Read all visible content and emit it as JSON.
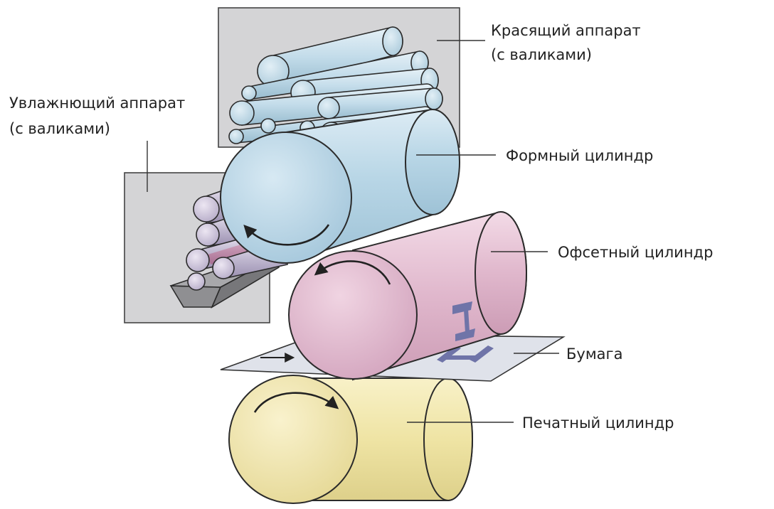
{
  "labels": {
    "ink_unit": [
      "Красящий аппарат",
      "(с валиками)"
    ],
    "dampening_unit": [
      "Увлажнющий аппарат",
      "(с валиками)"
    ],
    "plate_cylinder": "Формный цилиндр",
    "offset_cylinder": "Офсетный цилиндр",
    "paper": "Бумага",
    "impression_cylinder": "Печатный цилиндр"
  },
  "colors": {
    "plate": "#b8d6e6",
    "ink_rollers": "#c3dcea",
    "offset": "#e0b7cc",
    "impression": "#efe4a4",
    "panel": "#d4d4d6",
    "paper": "#dfe2ea",
    "letter": "#6f74a8",
    "dampening_rollers": "#bfb7cf"
  }
}
